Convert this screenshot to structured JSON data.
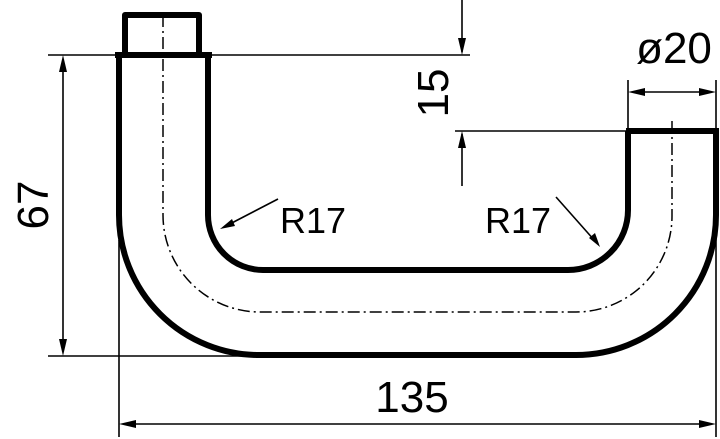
{
  "drawing": {
    "dim_height": "67",
    "dim_width": "135",
    "dim_offset": "15",
    "dim_diameter": "ø20",
    "radius_left": "R17",
    "radius_right": "R17"
  },
  "colors": {
    "stroke": "#000000",
    "background": "#ffffff"
  }
}
